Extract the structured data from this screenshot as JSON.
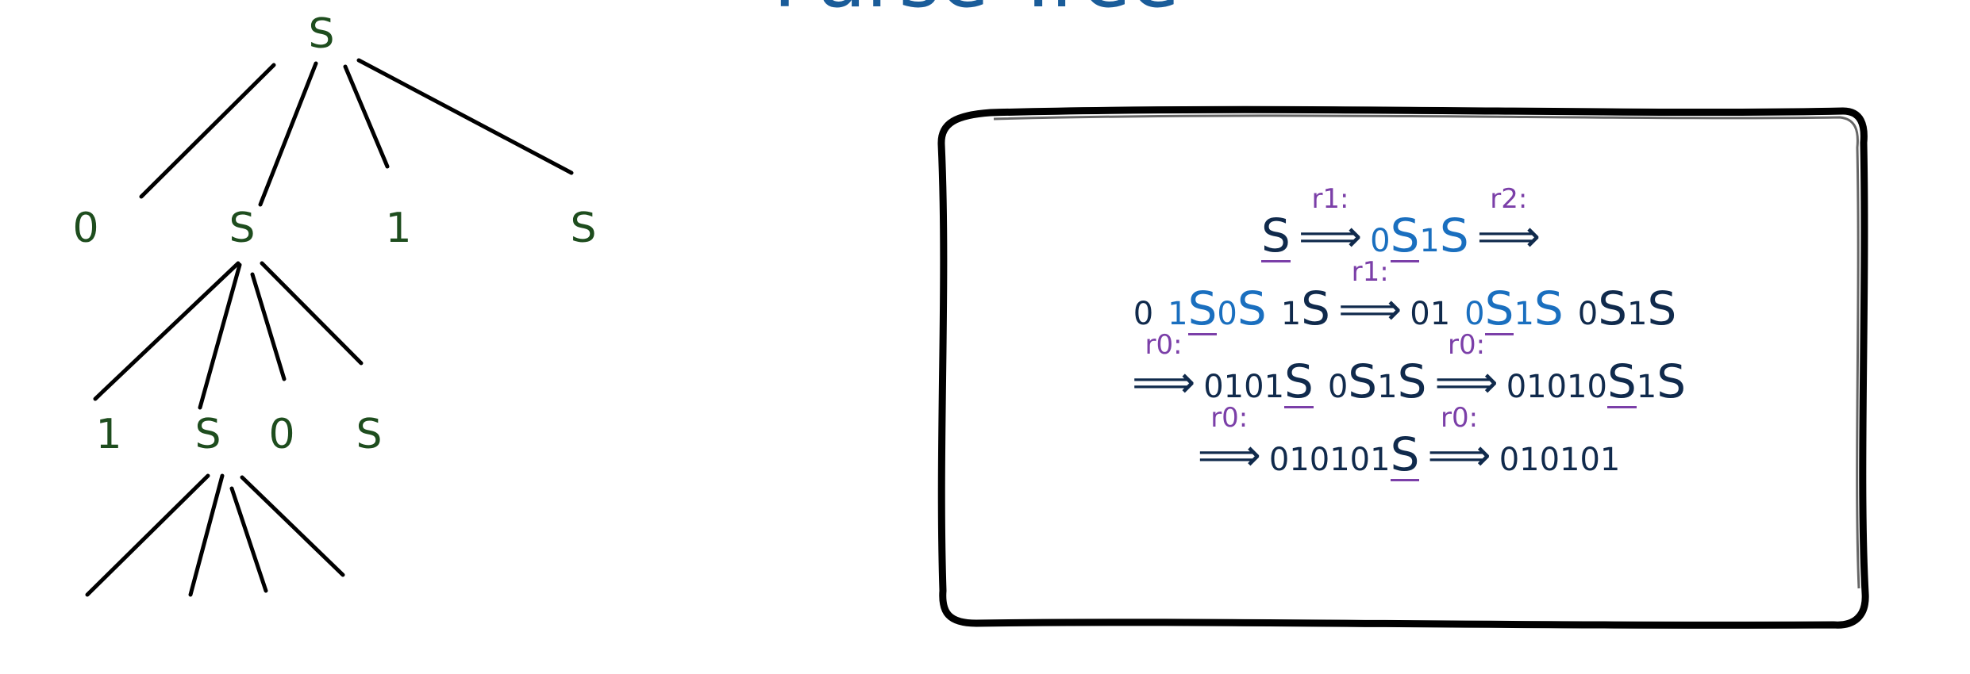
{
  "title": "Parse Tree",
  "tree": {
    "nodes": {
      "root": "S",
      "l1_a": "0",
      "l1_b": "S",
      "l1_c": "1",
      "l1_d": "S",
      "l2_a": "1",
      "l2_b": "S",
      "l2_c": "0",
      "l2_d": "S"
    }
  },
  "derivation": {
    "lines": [
      [
        {
          "t": "S",
          "c": "navy",
          "u": true
        },
        {
          "arrow": true,
          "rule": "r1:"
        },
        {
          "t": "0",
          "c": "blue",
          "s": true
        },
        {
          "t": "S",
          "c": "blue",
          "u": true
        },
        {
          "t": "1",
          "c": "blue",
          "s": true
        },
        {
          "t": "S",
          "c": "blue"
        },
        {
          "arrow": true,
          "rule": "r2:"
        }
      ],
      [
        {
          "t": "0",
          "c": "navy",
          "s": true
        },
        {
          "gap": true
        },
        {
          "t": "1",
          "c": "blue",
          "s": true
        },
        {
          "t": "S",
          "c": "blue",
          "u": true
        },
        {
          "t": "0",
          "c": "blue",
          "s": true
        },
        {
          "t": "S",
          "c": "blue"
        },
        {
          "gap": true
        },
        {
          "t": "1",
          "c": "navy",
          "s": true
        },
        {
          "t": "S",
          "c": "navy"
        },
        {
          "arrow": true,
          "rule": "r1:"
        },
        {
          "t": "01",
          "c": "navy",
          "s": true
        },
        {
          "gap": true
        },
        {
          "t": "0",
          "c": "blue",
          "s": true
        },
        {
          "t": "S",
          "c": "blue",
          "u": true
        },
        {
          "t": "1",
          "c": "blue",
          "s": true
        },
        {
          "t": "S",
          "c": "blue"
        },
        {
          "gap": true
        },
        {
          "t": "0",
          "c": "navy",
          "s": true
        },
        {
          "t": "S",
          "c": "navy"
        },
        {
          "t": "1",
          "c": "navy",
          "s": true
        },
        {
          "t": "S",
          "c": "navy"
        }
      ],
      [
        {
          "arrow": true,
          "rule": "r0:"
        },
        {
          "t": "0101",
          "c": "navy",
          "s": true
        },
        {
          "t": "S",
          "c": "navy",
          "u": true
        },
        {
          "gap": true
        },
        {
          "t": "0",
          "c": "navy",
          "s": true
        },
        {
          "t": "S",
          "c": "navy"
        },
        {
          "t": "1",
          "c": "navy",
          "s": true
        },
        {
          "t": "S",
          "c": "navy"
        },
        {
          "arrow": true,
          "rule": "r0:"
        },
        {
          "t": "01010",
          "c": "navy",
          "s": true
        },
        {
          "t": "S",
          "c": "navy",
          "u": true
        },
        {
          "t": "1",
          "c": "navy",
          "s": true
        },
        {
          "t": "S",
          "c": "navy"
        }
      ],
      [
        {
          "arrow": true,
          "rule": "r0:"
        },
        {
          "t": "010101",
          "c": "navy",
          "s": true
        },
        {
          "t": "S",
          "c": "navy",
          "u": true
        },
        {
          "arrow": true,
          "rule": "r0:"
        },
        {
          "t": "010101",
          "c": "navy",
          "s": true
        }
      ]
    ]
  },
  "colors": {
    "title": "#1a5c99",
    "tree_text": "#1e4d1e",
    "blue": "#1a6fbf",
    "navy": "#102a4c",
    "rule": "#7b3fa8"
  }
}
